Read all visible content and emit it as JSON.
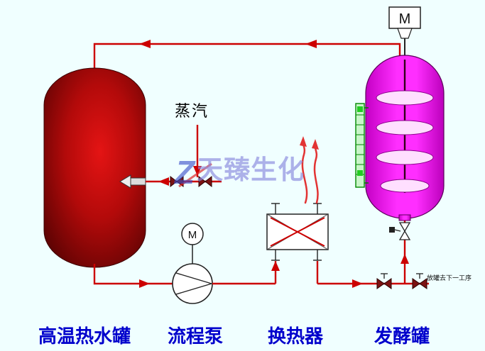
{
  "background": "#f0ffff",
  "steam_label": "蒸汽",
  "discharge_note": "放罐去下一工序",
  "watermark": {
    "logo_letter": "Z",
    "text": "天臻生化"
  },
  "equipment": {
    "hot_water_tank": {
      "label": "高温热水罐"
    },
    "pump": {
      "label": "流程泵",
      "motor_label": "M"
    },
    "heat_exchanger": {
      "label": "换热器"
    },
    "fermenter": {
      "label": "发酵罐",
      "motor_label": "M"
    }
  },
  "colors": {
    "background": "#f0ffff",
    "flow_line_red": "#cc0000",
    "hot_water_tank_red": "#a00000",
    "fermenter_magenta": "#ff2eff",
    "caption_blue": "#0000cc",
    "watermark_blue": "#8d8de0",
    "level_gauge_green": "#008800",
    "valve_maroon": "#7c1212"
  }
}
